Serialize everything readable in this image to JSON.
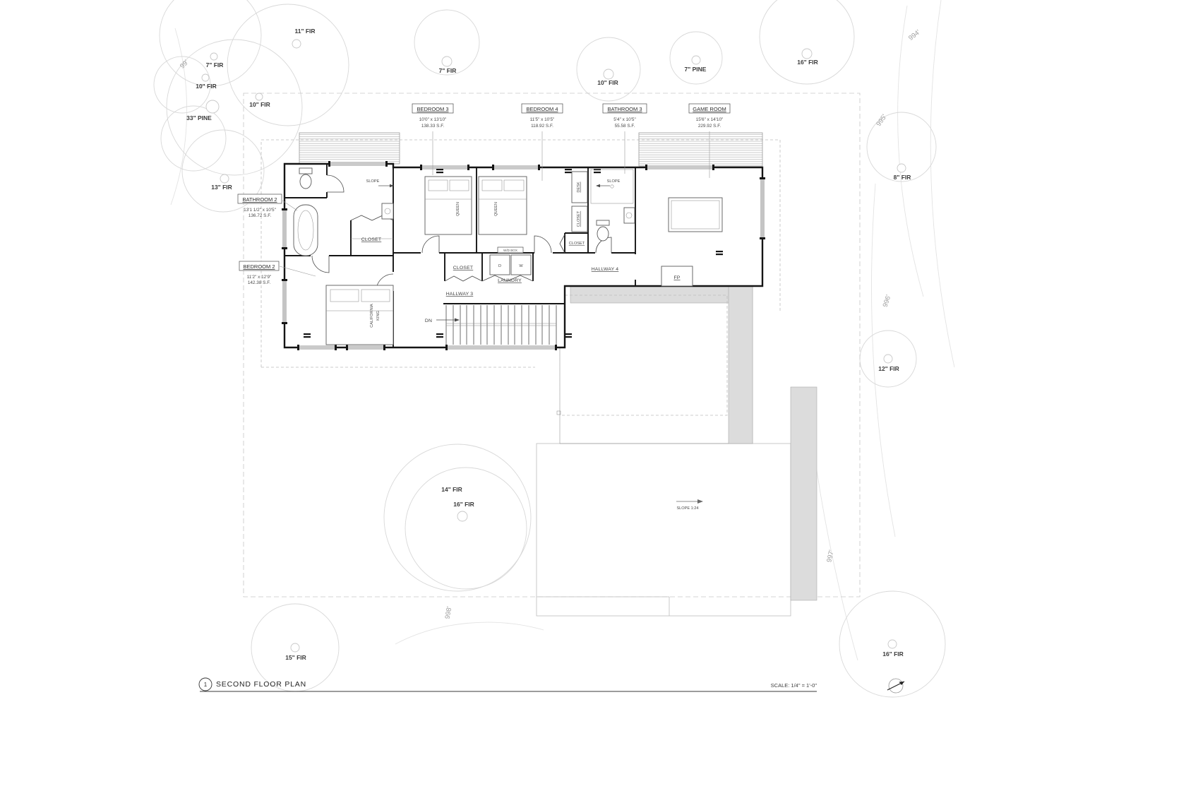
{
  "title_block": {
    "sheet_number": "1",
    "title": "SECOND FLOOR PLAN",
    "scale": "SCALE: 1/4\" = 1'-0\""
  },
  "room_tags": [
    {
      "name": "BEDROOM 3",
      "dims": "10'0\" x 13'10\"",
      "area": "138.33 S.F."
    },
    {
      "name": "BEDROOM 4",
      "dims": "11'5\" x 10'5\"",
      "area": "118.92 S.F."
    },
    {
      "name": "BATHROOM 3",
      "dims": "5'4\" x 10'5\"",
      "area": "55.58 S.F."
    },
    {
      "name": "GAME ROOM",
      "dims": "15'6\" x 14'10\"",
      "area": "229.92 S.F."
    },
    {
      "name": "BATHROOM 2",
      "dims": "13'1 1/2\" x 10'5\"",
      "area": "136.72 S.F."
    },
    {
      "name": "BEDROOM 2",
      "dims": "11'2\" x 12'9\"",
      "area": "142.38 S.F."
    }
  ],
  "plan_labels": {
    "hallway3": "HALLWAY 3",
    "hallway4": "HALLWAY 4",
    "closet": "CLOSET",
    "laundry": "LAUNDRY",
    "desk": "DESK",
    "queen": "QUEEN",
    "california": "CALIFORNIA",
    "king": "KING",
    "dn": "DN",
    "fp": "FP",
    "slope": "SLOPE",
    "wd_box": "W/D BOX",
    "dryer": "D",
    "washer": "W",
    "slope_ratio": "SLOPE 1:24"
  },
  "trees": [
    {
      "label": "11\" FIR"
    },
    {
      "label": "7\" FIR"
    },
    {
      "label": "10\" FIR"
    },
    {
      "label": "33\" PINE"
    },
    {
      "label": "10\" FIR"
    },
    {
      "label": "13\" FIR"
    },
    {
      "label": "7\" FIR"
    },
    {
      "label": "10\" FIR"
    },
    {
      "label": "7\" PINE"
    },
    {
      "label": "16\" FIR"
    },
    {
      "label": "8\" FIR"
    },
    {
      "label": "12\" FIR"
    },
    {
      "label": "14\" FIR"
    },
    {
      "label": "16\" FIR"
    },
    {
      "label": "15\" FIR"
    },
    {
      "label": "16\" FIR"
    }
  ],
  "contours": [
    {
      "label": "99'"
    },
    {
      "label": "994'"
    },
    {
      "label": "995'"
    },
    {
      "label": "996'"
    },
    {
      "label": "997'"
    },
    {
      "label": "998'"
    }
  ]
}
